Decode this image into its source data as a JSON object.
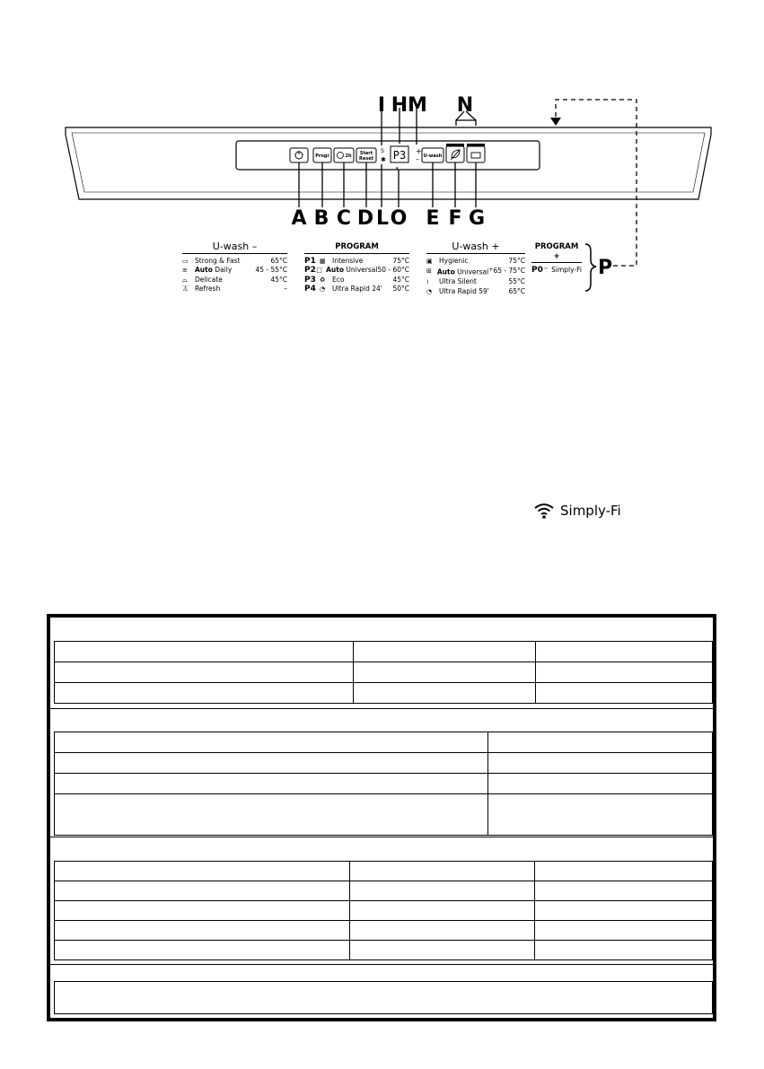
{
  "labels": {
    "I": "I",
    "H": "H",
    "M": "M",
    "N": "N",
    "A": "A",
    "B": "B",
    "C": "C",
    "D": "D",
    "L": "L",
    "O": "O",
    "E": "E",
    "F": "F",
    "G": "G",
    "P": "P"
  },
  "panel": {
    "prog_button": "Progr",
    "delay_button": "2h",
    "start_reset_line1": "Start",
    "start_reset_line2": "Reset",
    "uwash_button": "U-wash",
    "display": "P3",
    "plus": "+",
    "minus": "–"
  },
  "legend_uwash_minus": {
    "title": "U-wash –",
    "rows": [
      {
        "icon": "strong-fast-icon",
        "name": "Strong & Fast",
        "temp": "65°C"
      },
      {
        "icon": "auto-daily-icon",
        "name_bold": "Auto",
        "name": "Daily",
        "temp": "45 - 55°C"
      },
      {
        "icon": "delicate-icon",
        "name": "Delicate",
        "temp": "45°C"
      },
      {
        "icon": "refresh-icon",
        "name": "Refresh",
        "temp": "–"
      }
    ]
  },
  "legend_program": {
    "title": "PROGRAM",
    "rows": [
      {
        "code": "P1",
        "icon": "intensive-icon",
        "name": "Intensive",
        "temp": "75°C"
      },
      {
        "code": "P2",
        "icon": "auto-universal-icon",
        "name_bold": "Auto",
        "name": "Universal",
        "temp": "50 - 60°C"
      },
      {
        "code": "P3",
        "icon": "eco-icon",
        "name": "Eco",
        "temp": "45°C"
      },
      {
        "code": "P4",
        "icon": "ultra-rapid-icon",
        "name": "Ultra Rapid 24'",
        "temp": "50°C"
      }
    ]
  },
  "legend_uwash_plus": {
    "title": "U-wash +",
    "rows": [
      {
        "icon": "hygienic-icon",
        "name": "Hygienic",
        "temp": "75°C"
      },
      {
        "icon": "auto-universal-plus-icon",
        "name_bold": "Auto",
        "name": "Universal",
        "sup": "+",
        "temp": "65 - 75°C"
      },
      {
        "icon": "ultra-silent-icon",
        "name": "Ultra Silent",
        "temp": "55°C"
      },
      {
        "icon": "ultra-rapid-59-icon",
        "name": "Ultra Rapid 59'",
        "temp": "65°C"
      }
    ]
  },
  "legend_program_plus": {
    "title": "PROGRAM +",
    "rows": [
      {
        "code": "P0",
        "icon": "wifi-icon",
        "name": "Simply-Fi"
      }
    ]
  },
  "simplyfi": {
    "text": "Simply-Fi"
  }
}
